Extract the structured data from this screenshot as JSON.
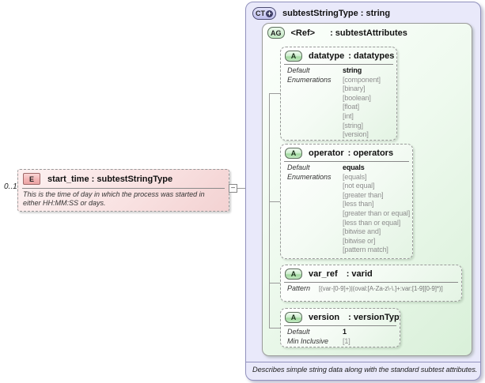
{
  "colors": {
    "ct_fill": "#e9e9fa",
    "ct_border": "#9191bd",
    "ag_fill": "#d9f0d9",
    "attr_box_border": "#9a9a9a",
    "element_fill": "#f7dcdc",
    "badge_green": "#a2da9f",
    "badge_pink": "#f3b2b2",
    "badge_lavender": "#c0c0ee",
    "connector_line": "#9a9a9a"
  },
  "element": {
    "cardinality": "0..1",
    "badge": "E",
    "title": "start_time : subtestStringType",
    "description": "This is the time of day in which the process was started in either HH:MM:SS or days."
  },
  "connector": {
    "collapse_icon": "−"
  },
  "complex_type": {
    "badge": "CT",
    "expand_icon": "+",
    "title": "subtestStringType : string",
    "footer": "Describes simple string data along with the standard subtest attributes.",
    "attribute_group": {
      "badge": "AG",
      "name": "<Ref>",
      "type": ": subtestAttributes",
      "attributes": [
        {
          "badge": "A",
          "name": "datatype",
          "type": ": datatypes",
          "rows": [
            {
              "label": "Default",
              "value": "string"
            },
            {
              "label": "Enumerations",
              "value": "[component]"
            },
            {
              "label": "",
              "value": "[binary]"
            },
            {
              "label": "",
              "value": "[boolean]"
            },
            {
              "label": "",
              "value": "[float]"
            },
            {
              "label": "",
              "value": "[int]"
            },
            {
              "label": "",
              "value": "[string]"
            },
            {
              "label": "",
              "value": "[version]"
            }
          ]
        },
        {
          "badge": "A",
          "name": "operator",
          "type": ": operators",
          "rows": [
            {
              "label": "Default",
              "value": "equals"
            },
            {
              "label": "Enumerations",
              "value": "[equals]"
            },
            {
              "label": "",
              "value": "[not equal]"
            },
            {
              "label": "",
              "value": "[greater than]"
            },
            {
              "label": "",
              "value": "[less than]"
            },
            {
              "label": "",
              "value": "[greater than or equal]"
            },
            {
              "label": "",
              "value": "[less than or equal]"
            },
            {
              "label": "",
              "value": "[bitwise and]"
            },
            {
              "label": "",
              "value": "[bitwise or]"
            },
            {
              "label": "",
              "value": "[pattern match]"
            }
          ]
        },
        {
          "badge": "A",
          "name": "var_ref",
          "type": ": varid",
          "rows": [
            {
              "label": "Pattern",
              "value": "[(var-[0-9]+)|(oval:[A-Za-z\\-\\.]+:var:[1-9][0-9]*)]"
            }
          ]
        },
        {
          "badge": "A",
          "name": "version",
          "type": ": versionType",
          "rows": [
            {
              "label": "Default",
              "value": "1"
            },
            {
              "label": "Min Inclusive",
              "value": "[1]"
            }
          ]
        }
      ]
    }
  }
}
